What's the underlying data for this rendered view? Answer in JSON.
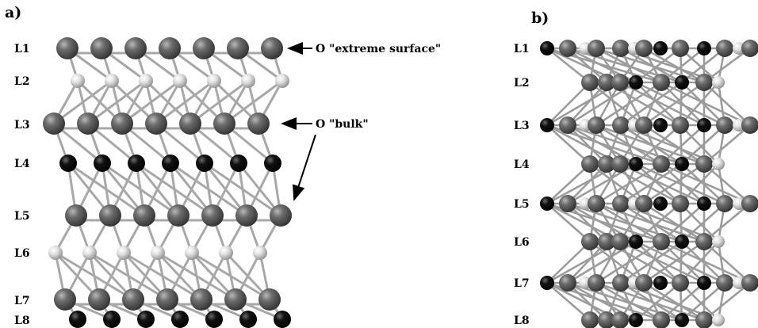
{
  "panels": [
    {
      "id": "a",
      "label": "a)",
      "layers": [
        "L1",
        "L2",
        "L3",
        "L4",
        "L5",
        "L6",
        "L7",
        "L8"
      ]
    },
    {
      "id": "b",
      "label": "b)",
      "layers": [
        "L1",
        "L2",
        "L3",
        "L4",
        "L5",
        "L6",
        "L7",
        "L8"
      ]
    }
  ],
  "annotations": {
    "extreme_surface": "O \"extreme surface\"",
    "bulk": "O \"bulk\""
  },
  "atom_colors": {
    "oxygen": "#5e5e5e",
    "light": "#dcdcdc",
    "dark": "#0a0a0a",
    "bond": "#a8a8a8"
  }
}
